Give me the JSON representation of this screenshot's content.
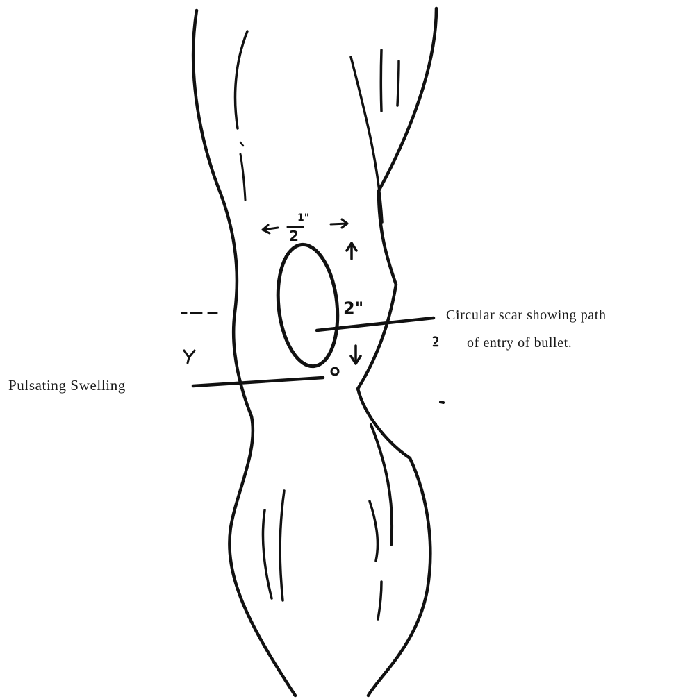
{
  "diagram": {
    "labels": {
      "scar": {
        "line1": "Circular scar showing path",
        "line2": "of entry of bullet."
      },
      "swelling": "Pulsating Swelling"
    },
    "measurements": {
      "width_numerator": "1\"",
      "width_denominator": "2",
      "height": "2\""
    },
    "colors": {
      "ink": "#111111",
      "background": "#ffffff"
    }
  }
}
